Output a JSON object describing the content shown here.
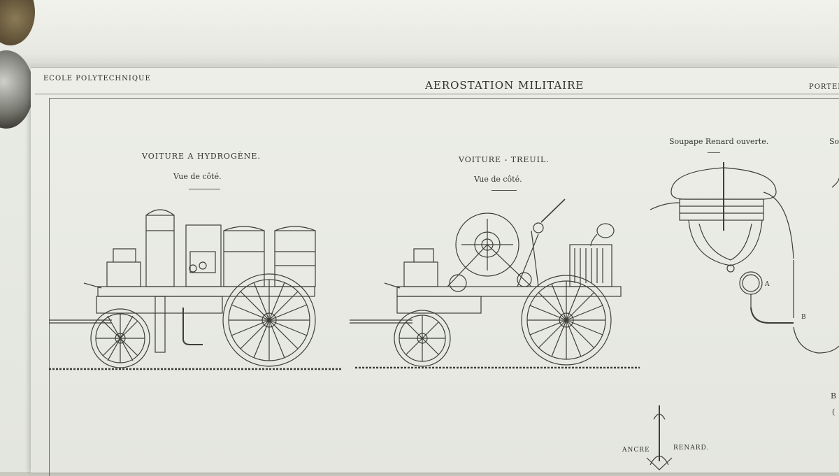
{
  "header": {
    "school": "ECOLE POLYTECHNIQUE",
    "title": "AEROSTATION MILITAIRE",
    "portfolio": "PORTEF"
  },
  "figures": {
    "hydrogen_cart": {
      "title": "VOITURE A HYDROGÈNE.",
      "view": "Vue de côté."
    },
    "winch_cart": {
      "title": "VOITURE - TREUIL.",
      "view": "Vue de côté."
    },
    "valve_open": {
      "title": "Soupape Renard ouverte."
    },
    "valve_closed": {
      "title": "So"
    },
    "gauge_label_a": "A",
    "gauge_label_b": "B",
    "side_text_1": "B",
    "side_text_2": "(",
    "anchor": {
      "left": "ANCRE",
      "right": "RENARD."
    }
  },
  "colors": {
    "paper": "#e9ebe4",
    "ink": "#3a3b36",
    "backdrop": "#c9c9c0"
  }
}
